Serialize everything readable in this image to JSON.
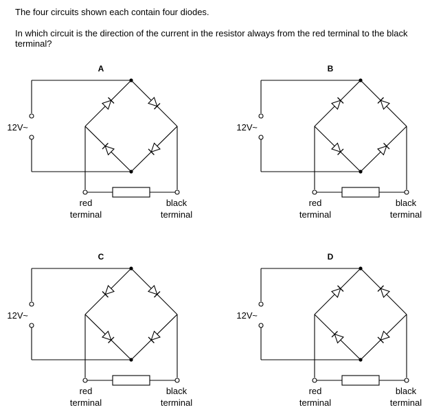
{
  "question": {
    "intro": "The four circuits shown each contain four diodes.",
    "prompt": "In which circuit is the direction of the current in the resistor always from the red terminal to the black terminal?"
  },
  "supply_label": "12V",
  "ac_symbol": "~",
  "terminal_labels": {
    "red": [
      "red",
      "terminal"
    ],
    "black": [
      "black",
      "terminal"
    ]
  },
  "circuits": [
    {
      "label": "A",
      "diodes": {
        "topLeft": "up",
        "topRight": "down",
        "bottomLeft": "up",
        "bottomRight": "down"
      }
    },
    {
      "label": "B",
      "diodes": {
        "topLeft": "up",
        "topRight": "up",
        "bottomLeft": "down",
        "bottomRight": "up"
      }
    },
    {
      "label": "C",
      "diodes": {
        "topLeft": "down",
        "topRight": "down",
        "bottomLeft": "down",
        "bottomRight": "down"
      }
    },
    {
      "label": "D",
      "diodes": {
        "topLeft": "up",
        "topRight": "up",
        "bottomLeft": "up",
        "bottomRight": "down"
      }
    }
  ]
}
